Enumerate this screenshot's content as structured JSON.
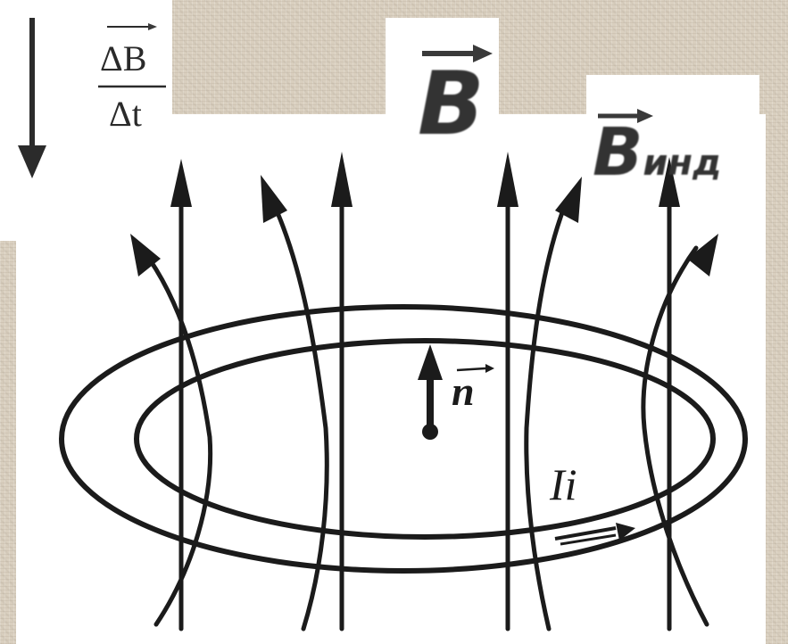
{
  "labels": {
    "rate_numerator": "ΔB",
    "rate_denominator": "Δt",
    "field_label": "B",
    "induced_field_main": "B",
    "induced_field_sub": "инд",
    "normal_label": "n",
    "current_label": "Ii"
  },
  "colors": {
    "background": "#d9cfbf",
    "ink": "#1b1b1b",
    "panel": "#ffffff"
  }
}
